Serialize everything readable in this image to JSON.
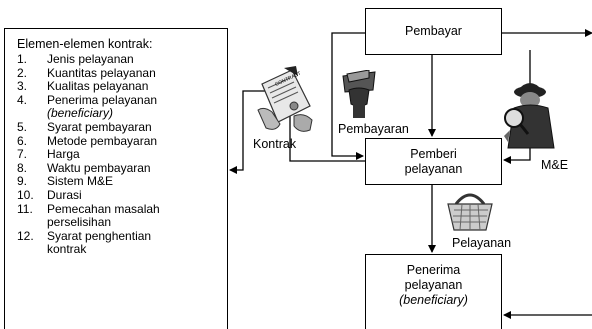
{
  "elements_panel": {
    "title": "Elemen-elemen kontrak:",
    "items": [
      {
        "num": "1.",
        "text": "Jenis pelayanan",
        "italic": false
      },
      {
        "num": "2.",
        "text": "Kuantitas pelayanan",
        "italic": false
      },
      {
        "num": "3.",
        "text": "Kualitas pelayanan",
        "italic": false
      },
      {
        "num": "4.",
        "text": "Penerima pelayanan",
        "italic": false
      },
      {
        "num": "",
        "text": "(beneficiary)",
        "italic": true
      },
      {
        "num": "5.",
        "text": "Syarat pembayaran",
        "italic": false
      },
      {
        "num": "6.",
        "text": "Metode pembayaran",
        "italic": false
      },
      {
        "num": "7.",
        "text": "Harga",
        "italic": false
      },
      {
        "num": "8.",
        "text": "Waktu pembayaran",
        "italic": false
      },
      {
        "num": "9.",
        "text": "Sistem M&E",
        "italic": false
      },
      {
        "num": "10.",
        "text": "Durasi",
        "italic": false
      },
      {
        "num": "11.",
        "text": "Pemecahan masalah",
        "italic": false
      },
      {
        "num": "",
        "text": "perselisihan",
        "italic": false
      },
      {
        "num": "12.",
        "text": "Syarat penghentian",
        "italic": false
      },
      {
        "num": "",
        "text": "kontrak",
        "italic": false
      }
    ]
  },
  "nodes": {
    "payer": "Pembayar",
    "provider": [
      "Pemberi",
      "pelayanan"
    ],
    "recipient": [
      "Penerima",
      "pelayanan",
      "(beneficiary)"
    ]
  },
  "labels": {
    "contract": "Kontrak",
    "payment": "Pembayaran",
    "me": "M&E",
    "service": "Pelayanan"
  },
  "icons": {
    "contract": "contract-document-icon",
    "payment": "money-in-hand-icon",
    "me": "detective-magnifier-icon",
    "service": "shopping-basket-icon"
  }
}
